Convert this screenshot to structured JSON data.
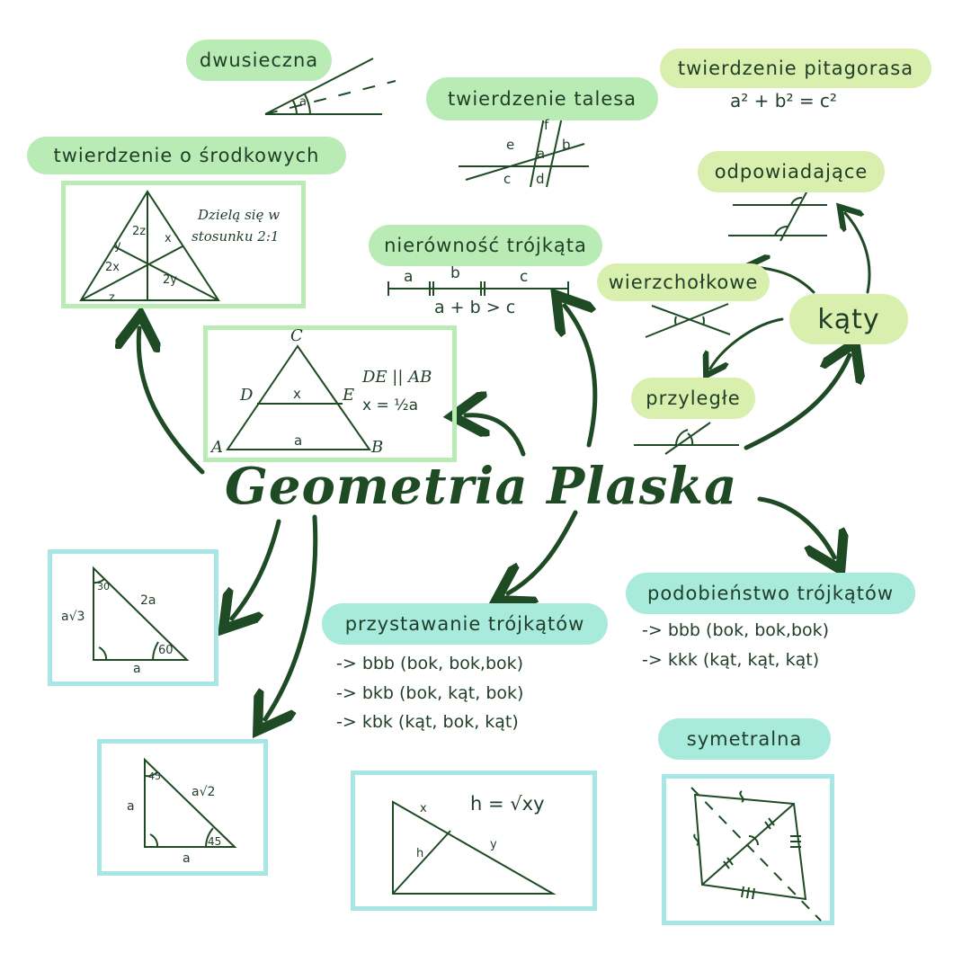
{
  "title": "Geometria Plaska",
  "topics": {
    "dwusieczna": "dwusieczna",
    "srodkowe": "twierdzenie o środkowych",
    "srodkowe_note1": "Dzielą się w",
    "srodkowe_note2": "stosunku 2:1",
    "talesa": "twierdzenie talesa",
    "pitagorasa": "twierdzenie pitagorasa",
    "pitagorasa_formula": "a² + b² = c²",
    "odpowiadajace": "odpowiadające",
    "nierownosc": "nierówność trójkąta",
    "nierownosc_formula": "a + b > c",
    "wierzcholkowe": "wierzchołkowe",
    "katy": "kąty",
    "przylegle": "przyległe",
    "midline_formula1": "DE || AB",
    "midline_formula2": "x = ½a",
    "podobienstwo": "podobieństwo trójkątów",
    "podobienstwo_items": [
      "-> bbb (bok, bok,bok)",
      "-> kkk (kąt, kąt, kąt)"
    ],
    "przystawanie": "przystawanie trójkątów",
    "przystawanie_items": [
      "-> bbb (bok, bok,bok)",
      "-> bkb (bok, kąt, bok)",
      "-> kbk (kąt, bok, kąt)"
    ],
    "symetralna": "symetralna",
    "height_formula": "h = √xy"
  },
  "labels": {
    "median_23": "2z",
    "median_y": "y",
    "median_2x": "2x",
    "median_x": "x",
    "median_2y": "2y",
    "median_z": "z",
    "tales_e": "e",
    "tales_f": "f",
    "tales_a": "a",
    "tales_b": "b",
    "tales_c": "c",
    "tales_d": "d",
    "ineq_a": "a",
    "ineq_b": "b",
    "ineq_c": "c",
    "mid_C": "C",
    "mid_D": "D",
    "mid_E": "E",
    "mid_A": "A",
    "mid_B": "B",
    "mid_x": "x",
    "mid_a": "a",
    "t30_30": "30",
    "t30_2a": "2a",
    "t30_a3": "a√3",
    "t30_60": "60",
    "t30_a": "a",
    "t45_45top": "45",
    "t45_a2": "a√2",
    "t45_a": "a",
    "t45_45": "45",
    "t45_abottom": "a",
    "h_x": "x",
    "h_y": "y",
    "h_h": "h",
    "bis_a": "a"
  }
}
